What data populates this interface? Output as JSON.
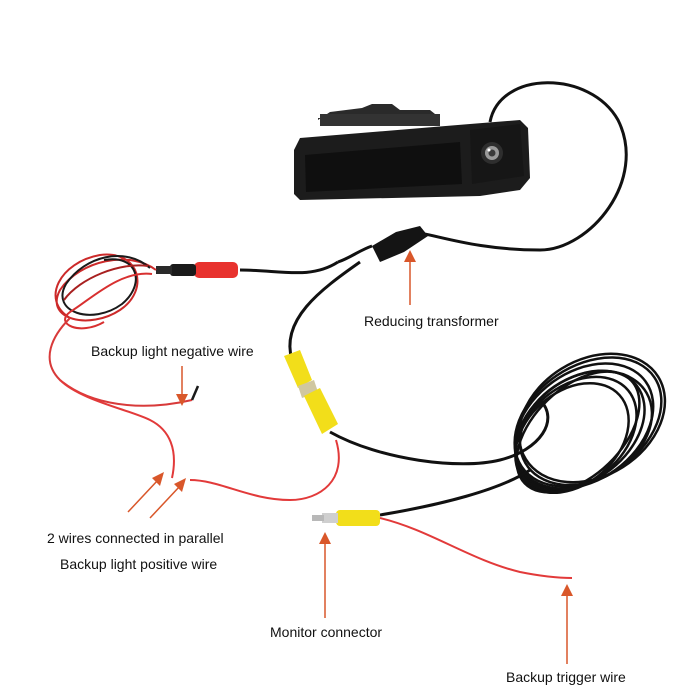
{
  "labels": {
    "reducing_transformer": "Reducing transformer",
    "backup_light_negative": "Backup light negative wire",
    "parallel_wires": "2 wires connected in parallel",
    "backup_light_positive": "Backup light positive wire",
    "monitor_connector": "Monitor connector",
    "backup_trigger": "Backup trigger wire"
  },
  "colors": {
    "background": "#ffffff",
    "cable_black": "#111111",
    "wire_red": "#e23a3a",
    "connector_yellow": "#f2de1a",
    "connector_red": "#e8322e",
    "arrow": "#d9572a",
    "camera_body": "#1c1c1c"
  }
}
